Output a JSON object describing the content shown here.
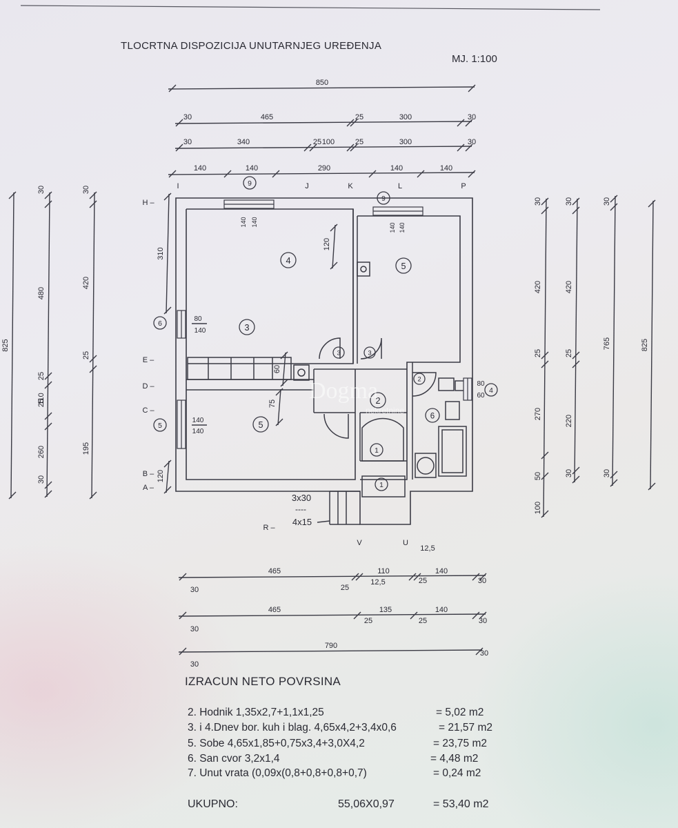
{
  "header": {
    "title": "TLOCRTNA DISPOZICIJA UNUTARNJEG UREĐENJA",
    "scale": "MJ. 1:100"
  },
  "dims_top": {
    "overall": "850",
    "row2": [
      "30",
      "465",
      "25",
      "300",
      "30"
    ],
    "row3": [
      "30",
      "340",
      "25",
      "100",
      "25",
      "300",
      "30"
    ],
    "row4": [
      "140",
      "140",
      "290",
      "140",
      "140"
    ]
  },
  "axes": {
    "top": [
      "I",
      "J",
      "K",
      "L",
      "P"
    ],
    "left": [
      "H",
      "E",
      "D",
      "C",
      "B",
      "A"
    ],
    "bottom": [
      "V",
      "U"
    ],
    "r": "R"
  },
  "rooms": {
    "r4": "4",
    "r3": "3",
    "r5a": "5",
    "r5b": "5",
    "r2": "2",
    "r6": "6",
    "r1a": "1",
    "r1b": "1",
    "d3a": "3",
    "d3b": "3",
    "d2": "2"
  },
  "windows": {
    "w9a": "9",
    "w9b": "9",
    "w6": "6",
    "w5": "5",
    "w4": "4",
    "w9a_dims": [
      "140",
      "140"
    ],
    "w9b_dims": [
      "140",
      "140"
    ],
    "w6_dims": [
      "80",
      "140"
    ],
    "w5_dims": [
      "140",
      "140"
    ],
    "w4_dims": [
      "80",
      "60"
    ]
  },
  "inner_dims": {
    "d310": "310",
    "d120": "120",
    "d60": "60",
    "d75": "75",
    "d120b": "120"
  },
  "stairs": {
    "top": "3x30",
    "sep": "----",
    "bottom": "4x15"
  },
  "dims_left": {
    "a": [
      "825"
    ],
    "b": [
      "30",
      "480",
      "25",
      "110",
      "25",
      "260",
      "30"
    ],
    "c": [
      "30",
      "420",
      "25",
      "195"
    ]
  },
  "dims_right": {
    "a": [
      "30",
      "420",
      "25",
      "270",
      "50",
      "100"
    ],
    "b": [
      "30",
      "420",
      "25",
      "220",
      "30"
    ],
    "c": [
      "30",
      "765",
      "30"
    ],
    "d": [
      "825"
    ]
  },
  "dims_bottom": {
    "row1": [
      "30",
      "465",
      "25",
      "12,5",
      "110",
      "12,5",
      "25",
      "140",
      "30"
    ],
    "row2": [
      "30",
      "465",
      "25",
      "135",
      "25",
      "140",
      "30"
    ],
    "row3": [
      "30",
      "790",
      "30"
    ]
  },
  "calc": {
    "title": "IZRACUN NETO POVRSINA",
    "rows": [
      {
        "label": "2. Hodnik   1,35x2,7+1,1x1,25",
        "result": "= 5,02 m2"
      },
      {
        "label": "3. i 4.Dnev bor. kuh i blag. 4,65x4,2+3,4x0,6",
        "result": "= 21,57 m2"
      },
      {
        "label": "5. Sobe  4,65x1,85+0,75x3,4+3,0X4,2",
        "result": "= 23,75 m2"
      },
      {
        "label": "6. San cvor  3,2x1,4",
        "result": "= 4,48 m2"
      },
      {
        "label": "7. Unut vrata  (0,09x(0,8+0,8+0,8+0,7)",
        "result": "= 0,24 m2"
      }
    ],
    "total_label": "UKUPNO:",
    "total_expr": "55,06X0,97",
    "total_result": "= 53,40 m2"
  },
  "watermark": {
    "name": "Dogma",
    "sub": "nekretnine"
  }
}
